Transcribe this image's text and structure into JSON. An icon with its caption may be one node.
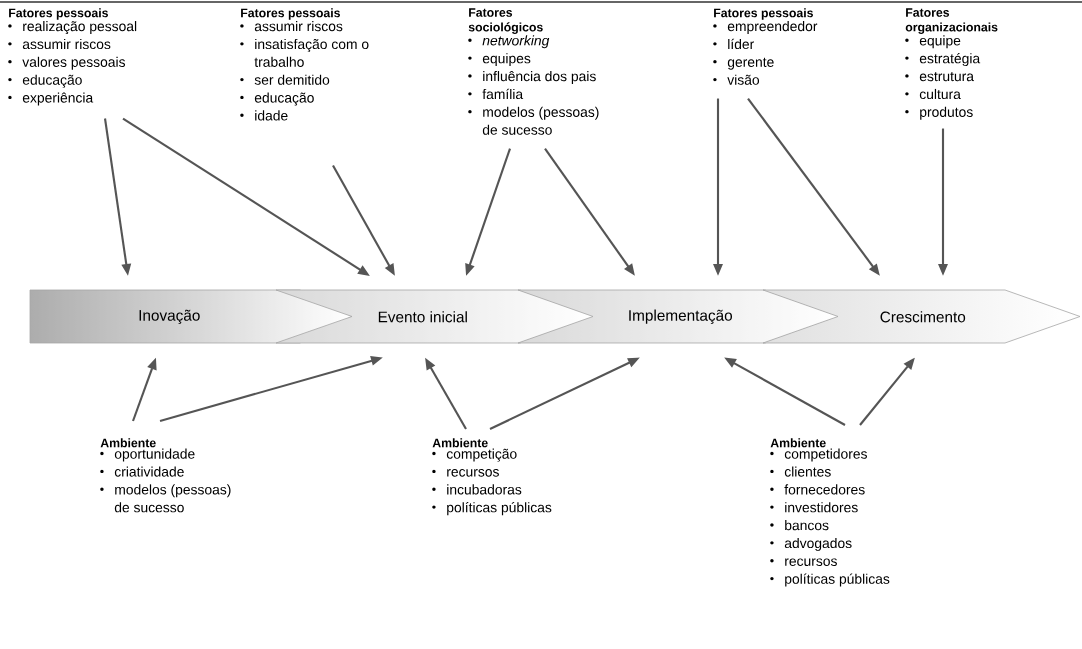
{
  "diagram": {
    "nodes": [
      {
        "text": [
          "Fatores pessoais",
          "realização pessoal",
          "assumir riscos",
          "valores pessoais",
          "educação",
          "experiência"
        ]
      },
      {
        "text": [
          "Fatores pessoais",
          "assumir riscos",
          "insatisfação com o trabalho",
          "ser demitido",
          "educação",
          "idade"
        ]
      },
      {
        "text": [
          "Fatores sociológicos",
          "*networking*",
          "equipes",
          "influência dos pais",
          "família",
          "modelos (pessoas) de sucesso"
        ]
      },
      {
        "text": [
          "Fatores pessoais",
          "empreendedor",
          "líder",
          "gerente",
          "visão"
        ]
      },
      {
        "text": [
          "Fatores organizacionais",
          "equipe",
          "estratégia",
          "estrutura",
          "cultura",
          "produtos"
        ]
      },
      {
        "text": [
          "Inovação"
        ]
      },
      {
        "text": [
          "Evento inicial"
        ]
      },
      {
        "text": [
          "Implementação"
        ]
      },
      {
        "text": [
          "Crescimento"
        ]
      },
      {
        "text": [
          "Ambiente",
          "oportunidade",
          "criatividade",
          "modelos (pessoas) de sucesso"
        ]
      },
      {
        "text": [
          "Ambiente",
          "competição",
          "recursos",
          "incubadoras",
          "políticas públicas"
        ]
      },
      {
        "text": [
          "Ambiente",
          "competidores",
          "clientes",
          "fornecedores",
          "investidores",
          "bancos",
          "advogados",
          "recursos",
          "políticas públicas"
        ]
      }
    ],
    "edges": [
      {
        "from": 0,
        "to": 5,
        "arrow": "to"
      },
      {
        "from": 0,
        "to": 6,
        "arrow": "to"
      },
      {
        "from": 1,
        "to": 6,
        "arrow": "to"
      },
      {
        "from": 2,
        "to": 6,
        "arrow": "to"
      },
      {
        "from": 2,
        "to": 7,
        "arrow": "to"
      },
      {
        "from": 3,
        "to": 7,
        "arrow": "to"
      },
      {
        "from": 3,
        "to": 8,
        "arrow": "to"
      },
      {
        "from": 4,
        "to": 8,
        "arrow": "to"
      },
      {
        "from": 9,
        "to": 5,
        "arrow": "to"
      },
      {
        "from": 9,
        "to": 6,
        "arrow": "to"
      },
      {
        "from": 10,
        "to": 6,
        "arrow": "to"
      },
      {
        "from": 10,
        "to": 7,
        "arrow": "to"
      },
      {
        "from": 11,
        "to": 7,
        "arrow": "to"
      },
      {
        "from": 11,
        "to": 8,
        "arrow": "to"
      }
    ]
  }
}
